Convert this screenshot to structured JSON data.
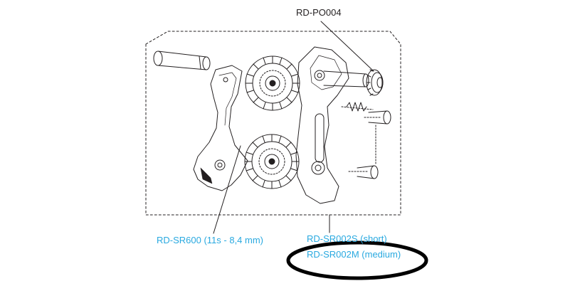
{
  "labels": {
    "pulley_top": "RD-PO004",
    "pulley_set": "RD-SR600 (11s - 8,4 mm)",
    "cage_short": "RD-SR002S (short)",
    "cage_medium": "RD-SR002M (medium)"
  },
  "colors": {
    "line": "#231f20",
    "label_blue": "#29a9e0",
    "highlight": "#000000"
  },
  "icons": {
    "pulley": "toothed-pulley-icon",
    "bolt": "bolt-icon",
    "spring": "spring-icon"
  }
}
